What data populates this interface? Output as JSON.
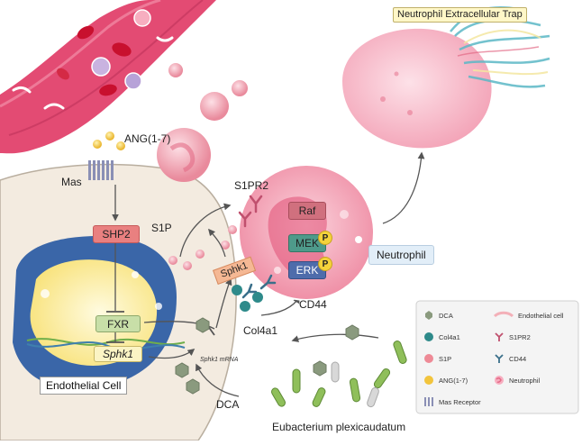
{
  "labels": {
    "net_title": "Neutrophil Extracellular Trap",
    "ang": "ANG(1-7)",
    "mas": "Mas",
    "s1pr2": "S1PR2",
    "s1p": "S1P",
    "shp2": "SHP2",
    "raf": "Raf",
    "mek": "MEK",
    "erk": "ERK",
    "p": "P",
    "neutrophil": "Neutrophil",
    "sphk1": "Sphk1",
    "cd44": "CD44",
    "fxr": "FXR",
    "sphk1_gene": "Sphk1",
    "col4a1": "Col4a1",
    "sphk1_mrna": "Sphk1 mRNA",
    "endothelial_cell": "Endothelial Cell",
    "dca": "DCA",
    "bacterium": "Eubacterium plexicaudatum"
  },
  "legend": [
    {
      "name": "legend-dca",
      "label": "DCA",
      "icon": "hexagon-icon",
      "color": "#8a9a7e"
    },
    {
      "name": "legend-endothelial",
      "label": "Endothelial cell",
      "icon": "endothelial-cell-icon",
      "color": "#f3b0b8"
    },
    {
      "name": "legend-col4a1",
      "label": "Col4a1",
      "icon": "col4a1-icon",
      "color": "#2e8a8a"
    },
    {
      "name": "legend-s1pr2",
      "label": "S1PR2",
      "icon": "receptor-icon",
      "color": "#c0506e"
    },
    {
      "name": "legend-s1p",
      "label": "S1P",
      "icon": "s1p-ball-icon",
      "color": "#ee8a96"
    },
    {
      "name": "legend-cd44",
      "label": "CD44",
      "icon": "cd44-icon",
      "color": "#3a6f8a"
    },
    {
      "name": "legend-ang",
      "label": "ANG(1-7)",
      "icon": "ang-ball-icon",
      "color": "#f2c43c"
    },
    {
      "name": "legend-neutrophil",
      "label": "Neutrophil",
      "icon": "neutrophil-icon",
      "color": "#e36a86"
    },
    {
      "name": "legend-mas",
      "label": "Mas Receptor",
      "icon": "mas-receptor-icon",
      "color": "#8a8fb5"
    }
  ],
  "colors": {
    "vessel": "#e34b73",
    "cell_bg": "#f3ebe0",
    "nucleus_blue": "#3a66a8",
    "nucleus_yellow": "#fcf1a8",
    "neutrophil": "#f7aec0",
    "net_cloud": "#f8b6c6",
    "bacteria": "#8fbf5a",
    "shp2_box": "#e98080",
    "raf_box": "#d0707e",
    "mek_box": "#4e9a8a",
    "erk_box": "#4e6cab",
    "fxr_box": "#c8dfa8",
    "sphk1_box": "#f5b894",
    "p_badge": "#f4d23b",
    "neutrophil_label_bg": "#e2eef8",
    "ec_label_bg": "#ffffff"
  }
}
